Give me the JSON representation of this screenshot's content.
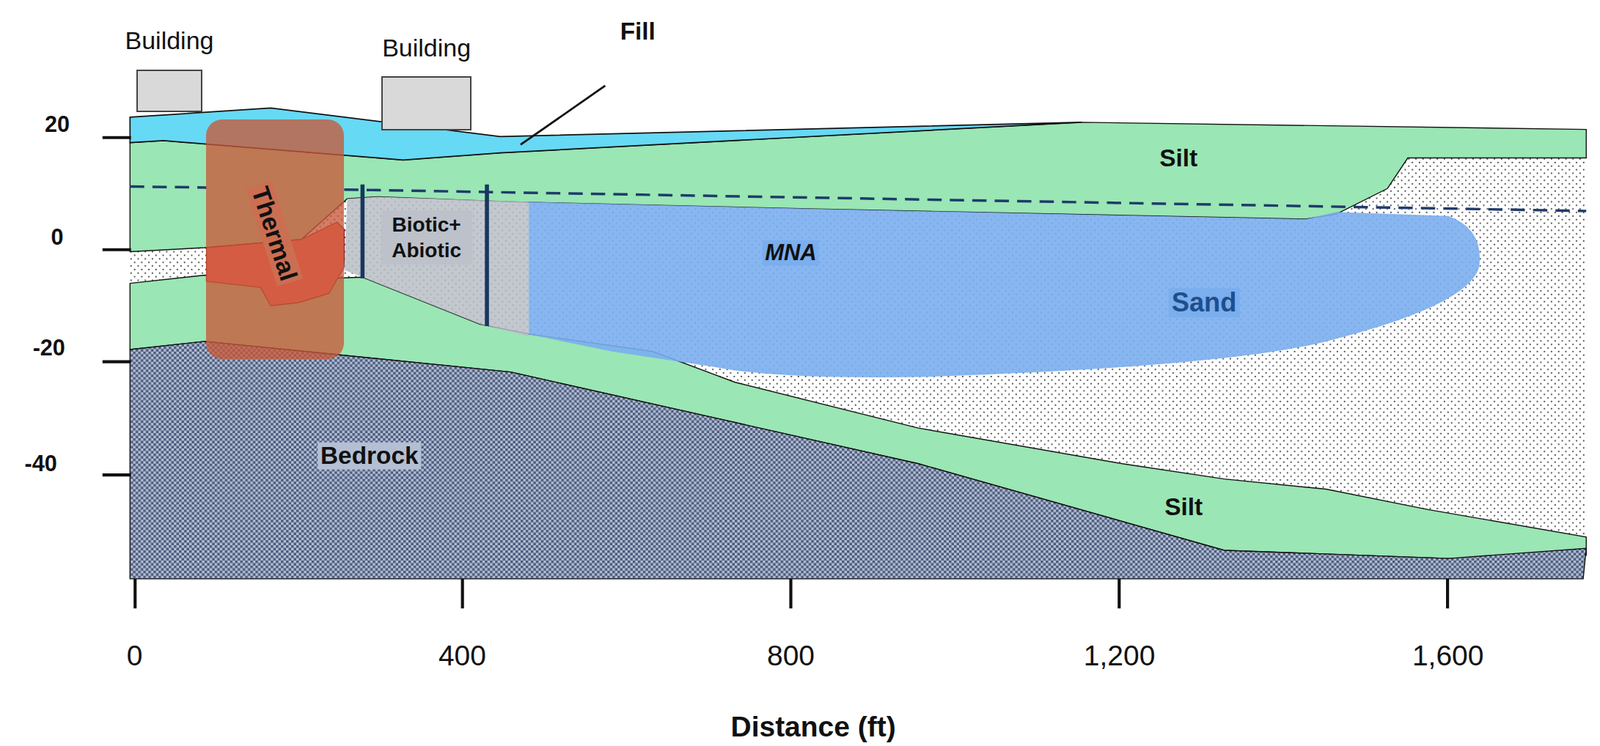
{
  "diagram": {
    "nodes": [
      {
        "text": [
          "Building"
        ]
      },
      {
        "text": [
          "Building"
        ]
      },
      {
        "text": [
          "Thermal"
        ]
      },
      {
        "text": [
          "Biotic+ Abiotic"
        ]
      },
      {
        "text": [
          "MNA"
        ]
      }
    ],
    "labels": [
      "Fill",
      "20",
      "0",
      "-20",
      "-40",
      "Silt",
      "Sand",
      "Bedrock",
      "Silt",
      "0",
      "400",
      "800",
      "1,200",
      "1,600",
      "Distance (ft)"
    ]
  }
}
